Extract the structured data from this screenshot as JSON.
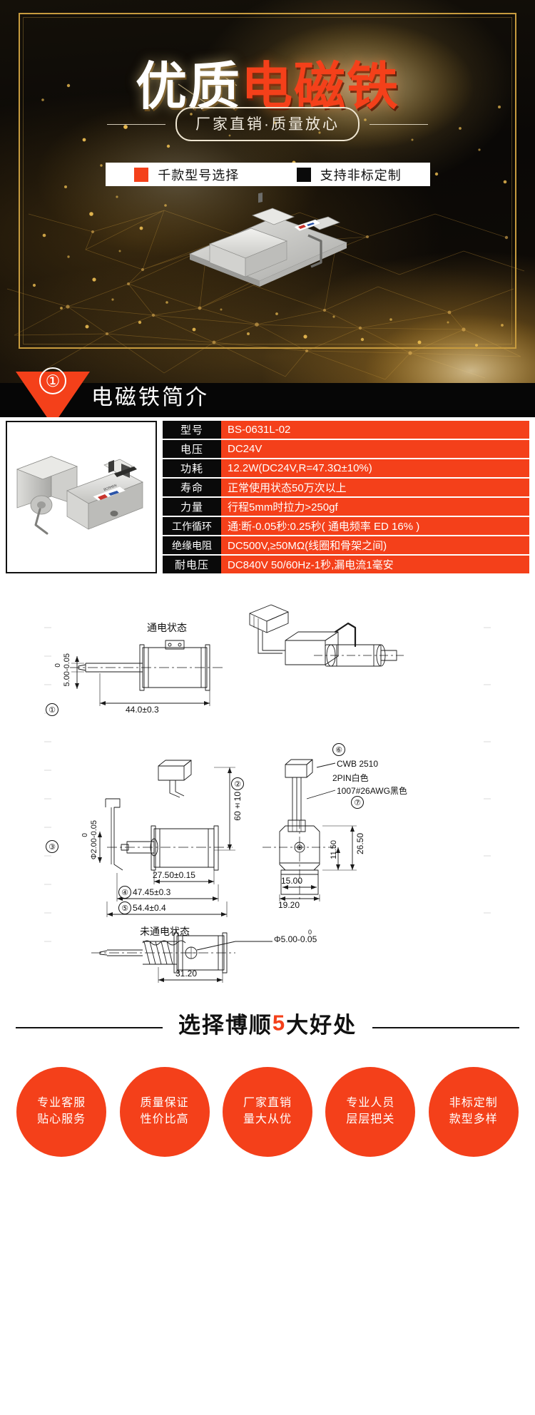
{
  "hero": {
    "title_white": "优质",
    "title_orange": "电磁铁",
    "subtitle": "厂家直销·质量放心",
    "tags": [
      {
        "swatch": "orange",
        "label": "千款型号选择"
      },
      {
        "swatch": "black",
        "label": "支持非标定制"
      }
    ],
    "photo_alt": "电磁铁产品照片"
  },
  "section": {
    "number": "①",
    "title": "电磁铁简介"
  },
  "spec": {
    "photo_alt": "电磁铁实物图",
    "rows": [
      {
        "key": "型号",
        "value": "BS-0631L-02"
      },
      {
        "key": "电压",
        "value": "DC24V"
      },
      {
        "key": "功耗",
        "value": "12.2W(DC24V,R=47.3Ω±10%)"
      },
      {
        "key": "寿命",
        "value": "正常使用状态50万次以上"
      },
      {
        "key": "力量",
        "value": "行程5mm时拉力>250gf"
      },
      {
        "key": "工作循环",
        "value": "通:断-0.05秒:0.25秒( 通电频率 ED 16% )"
      },
      {
        "key": "绝缘电阻",
        "value": "DC500V,≥50MΩ(线圈和骨架之间)"
      },
      {
        "key": "耐电压",
        "value": "DC840V 50/60Hz-1秒,漏电流1毫安"
      }
    ]
  },
  "drawing": {
    "state_on": "通电状态",
    "state_off": "未通电状态",
    "dims": {
      "d_top_len": "44.0±0.3",
      "d_left_5mm": "5.00-0.05",
      "d_left_5mm_top": "0",
      "d_height_60": "60±10",
      "d_phi2": "Φ2.00-0.05",
      "d_phi2_top": "0",
      "d_body_len": "27.50±0.15",
      "d_mid_len": "47.45±0.3",
      "d_total_len": "54.4±0.4",
      "d_off_len": "31.20",
      "d_width_15": "15.00",
      "d_width_19": "19.20",
      "d_height_26": "26.50",
      "d_height_11": "11.50",
      "d_phi5": "Φ5.00-0.05",
      "d_phi5_top": "0"
    },
    "callouts": [
      {
        "num": "①"
      },
      {
        "num": "②"
      },
      {
        "num": "③"
      },
      {
        "num": "④"
      },
      {
        "num": "⑤"
      },
      {
        "num": "⑥"
      },
      {
        "num": "⑦"
      }
    ],
    "notes": [
      "CWB 2510",
      "2PIN白色",
      "1007#26AWG黑色"
    ]
  },
  "advantages": {
    "title_prefix": "选择博顺",
    "title_highlight": "5",
    "title_suffix": "大好处",
    "items": [
      {
        "line1": "专业客服",
        "line2": "贴心服务"
      },
      {
        "line1": "质量保证",
        "line2": "性价比高"
      },
      {
        "line1": "厂家直销",
        "line2": "量大从优"
      },
      {
        "line1": "专业人员",
        "line2": "层层把关"
      },
      {
        "line1": "非标定制",
        "line2": "款型多样"
      }
    ]
  },
  "colors": {
    "accent_orange": "#f4401a",
    "gold": "#c79b3e",
    "black": "#0a0a0a"
  }
}
